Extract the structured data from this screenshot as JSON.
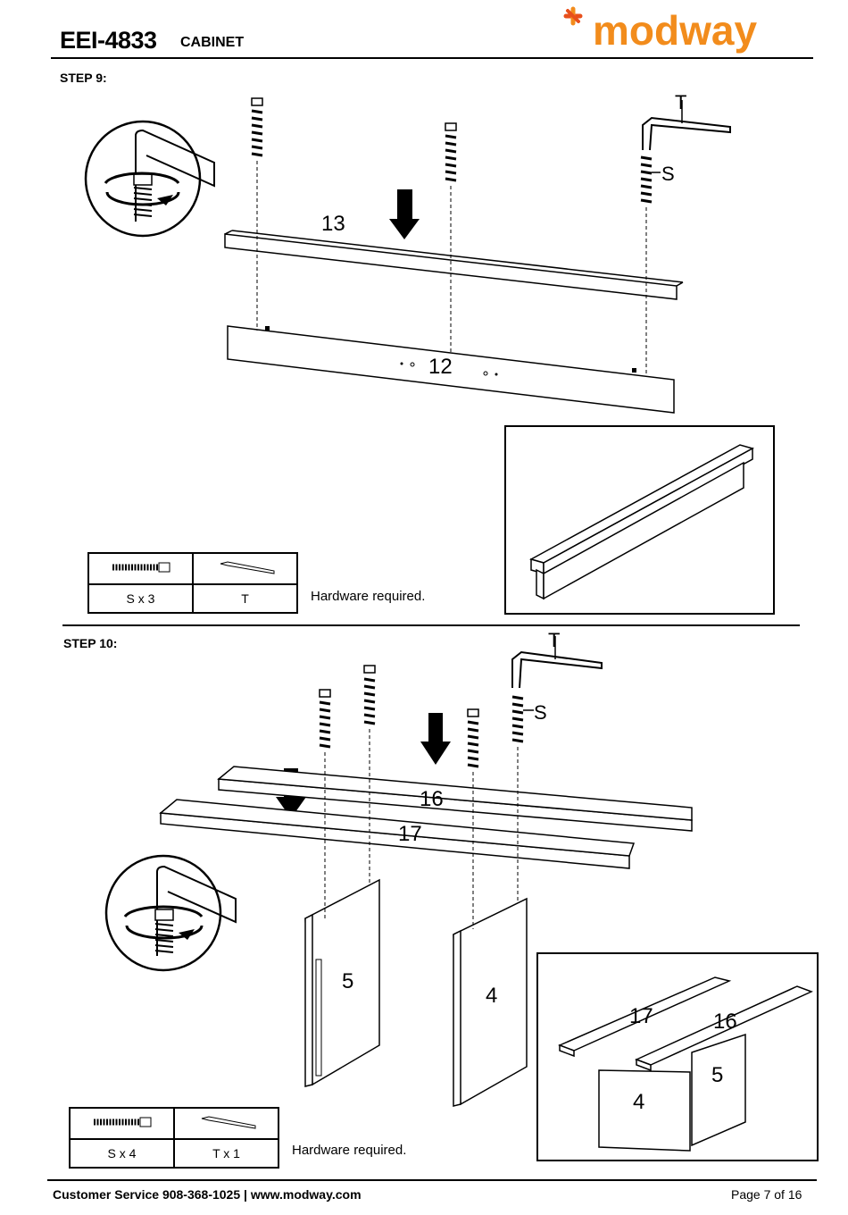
{
  "header": {
    "model": "EEI-4833",
    "product": "CABINET",
    "logo_text": "modway",
    "brand_color": "#F28C1C"
  },
  "step9": {
    "title": "STEP 9:",
    "labels": {
      "bar_top": "13",
      "rail": "12",
      "screw": "S",
      "tool": "T"
    },
    "hardware": {
      "items": [
        {
          "label": "S x 3",
          "icon": "screw-icon"
        },
        {
          "label": "T",
          "icon": "allen-key-icon"
        }
      ],
      "note": "Hardware required."
    }
  },
  "step10": {
    "title": "STEP 10:",
    "labels": {
      "board_back": "16",
      "board_front": "17",
      "panel_left": "5",
      "panel_right": "4",
      "screw": "S",
      "tool": "T"
    },
    "inset_labels": {
      "a": "17",
      "b": "16",
      "c": "5",
      "d": "4"
    },
    "hardware": {
      "items": [
        {
          "label": "S x 4",
          "icon": "screw-icon"
        },
        {
          "label": "T x 1",
          "icon": "allen-key-icon"
        }
      ],
      "note": "Hardware required."
    }
  },
  "footer": {
    "contact": "Customer Service 908-368-1025 | www.modway.com",
    "page": "Page 7 of 16"
  }
}
